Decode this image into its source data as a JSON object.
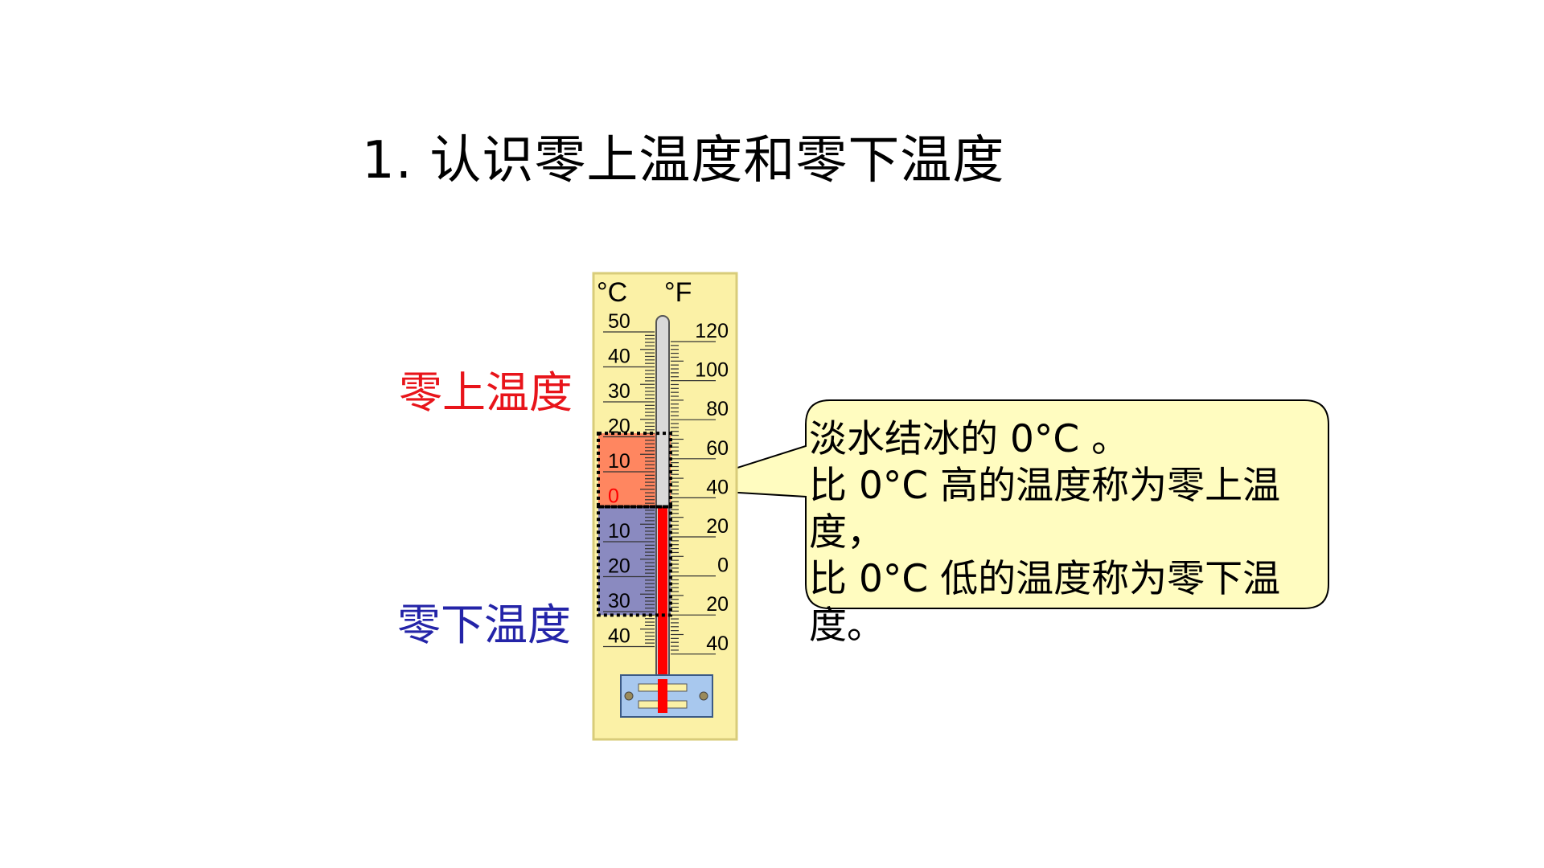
{
  "title": "1. 认识零上温度和零下温度",
  "labels": {
    "above_zero": "零上温度",
    "below_zero": "零下温度"
  },
  "thermometer": {
    "celsius_unit": "°C",
    "fahrenheit_unit": "°F",
    "celsius_ticks": [
      "50",
      "40",
      "30",
      "20",
      "10",
      "0",
      "10",
      "20",
      "30",
      "40"
    ],
    "fahrenheit_ticks": [
      "120",
      "100",
      "80",
      "60",
      "40",
      "20",
      "0",
      "20",
      "40"
    ],
    "reading_celsius": 0
  },
  "callout": {
    "lines": [
      "淡水结冰的 0°C 。",
      "比 0°C 高的温度称为零上温",
      "度，",
      "比 0°C 低的温度称为零下温",
      "度。"
    ]
  },
  "colors": {
    "above_label": "#e8141a",
    "below_label": "#2424a8",
    "thermometer_body": "#fbf1a6",
    "mercury": "#ff0000",
    "above_region": "#ff8660",
    "below_region": "#8a8ac0",
    "callout_fill": "#fffcc0"
  }
}
